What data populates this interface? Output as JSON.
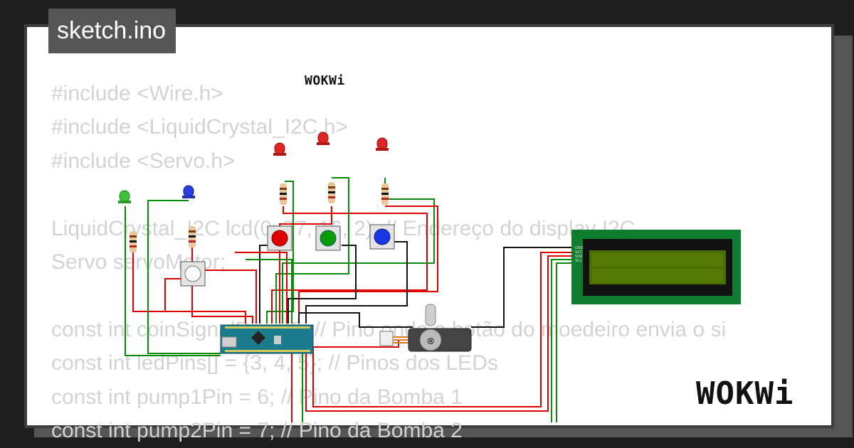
{
  "tab": {
    "label": "sketch.ino"
  },
  "code_lines": [
    "#include <Wire.h>",
    "#include <LiquidCrystal_I2C.h>",
    "#include <Servo.h>",
    "",
    "LiquidCrystal_I2C lcd(0x27, 16, 2); // Endereço do display I2C",
    "Servo servoMotor;",
    "",
    "const int coinSignalPin = 2; // Pino onde o botão do moedeiro envia o si",
    "const int ledPins[] = {3, 4, 5}; // Pinos dos LEDs",
    "const int pump1Pin = 6; // Pino da Bomba 1",
    "const int pump2Pin = 7; // Pino da Bomba 2"
  ],
  "branding": {
    "small": "WOKWi",
    "large": "WOKWi"
  },
  "lcd_pins": [
    "GND",
    "VCC",
    "SDA",
    "SCL"
  ],
  "components": {
    "leds": [
      {
        "color": "#3ec13e",
        "name": "green"
      },
      {
        "color": "#2b3fe0",
        "name": "blue"
      },
      {
        "color": "#e02525",
        "name": "red"
      },
      {
        "color": "#e02525",
        "name": "red"
      },
      {
        "color": "#e02525",
        "name": "red"
      }
    ],
    "buttons": [
      {
        "color": "#ffffff",
        "name": "white"
      },
      {
        "color": "#e00000",
        "name": "red"
      },
      {
        "color": "#0a9b0a",
        "name": "green"
      },
      {
        "color": "#1a37e8",
        "name": "blue"
      }
    ],
    "lcd_bezel": "#0f7d2e",
    "lcd_screen": "#4a6e00",
    "board": "#1a7c8c",
    "wire_colors": {
      "red": "#e00000",
      "green": "#0a8c0a",
      "black": "#111111"
    }
  }
}
